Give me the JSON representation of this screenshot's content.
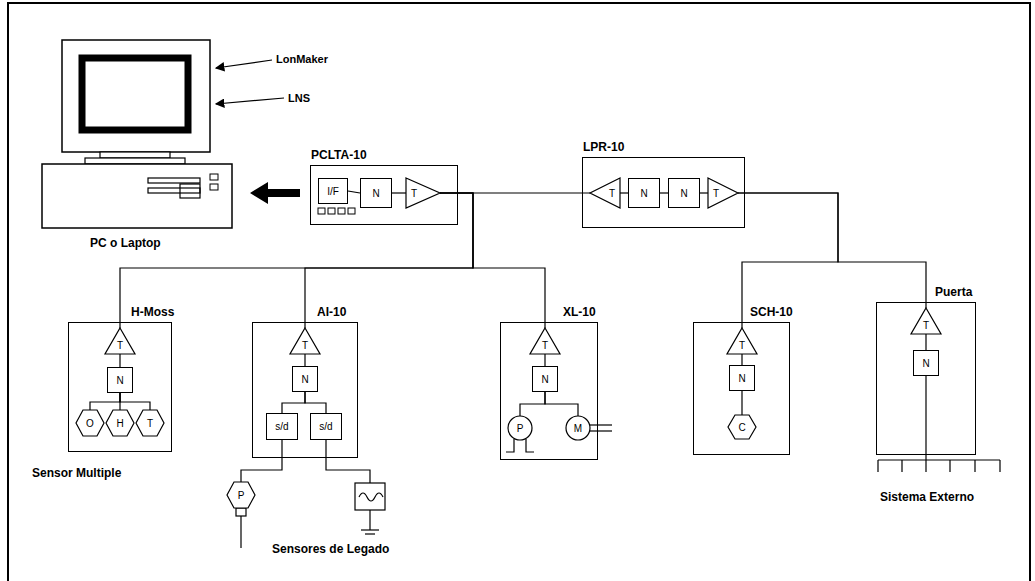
{
  "diagram": {
    "nodes": [
      {
        "text": [
          "PCLTA-10"
        ]
      },
      {
        "text": [
          "I/F"
        ],
        "in": 0
      },
      {
        "text": [
          "N"
        ],
        "in": 0
      },
      {
        "text": [
          "T"
        ],
        "in": 0
      },
      {
        "text": [
          "LPR-10"
        ]
      },
      {
        "text": [
          "T"
        ],
        "in": 4
      },
      {
        "text": [
          "N"
        ],
        "in": 4
      },
      {
        "text": [
          "N"
        ],
        "in": 4
      },
      {
        "text": [
          "T"
        ],
        "in": 4
      },
      {
        "text": [
          "H-Moss"
        ]
      },
      {
        "text": [
          "T"
        ],
        "in": 9
      },
      {
        "text": [
          "N"
        ],
        "in": 9
      },
      {
        "text": [
          "O"
        ],
        "in": 9
      },
      {
        "text": [
          "H"
        ],
        "in": 9
      },
      {
        "text": [
          "T"
        ],
        "in": 9
      },
      {
        "text": [
          "AI-10"
        ]
      },
      {
        "text": [
          "T"
        ],
        "in": 15
      },
      {
        "text": [
          "N"
        ],
        "in": 15
      },
      {
        "text": [
          "s/d"
        ],
        "in": 15
      },
      {
        "text": [
          "s/d"
        ],
        "in": 15
      },
      {
        "text": [
          "P"
        ]
      },
      {
        "text": [
          "XL-10"
        ]
      },
      {
        "text": [
          "T"
        ],
        "in": 21
      },
      {
        "text": [
          "N"
        ],
        "in": 21
      },
      {
        "text": [
          "P"
        ],
        "in": 21
      },
      {
        "text": [
          "M"
        ],
        "in": 21
      },
      {
        "text": [
          "SCH-10"
        ]
      },
      {
        "text": [
          "T"
        ],
        "in": 26
      },
      {
        "text": [
          "N"
        ],
        "in": 26
      },
      {
        "text": [
          "C"
        ],
        "in": 26
      },
      {
        "text": [
          "Puerta"
        ]
      },
      {
        "text": [
          "T"
        ],
        "in": 30
      },
      {
        "text": [
          "N"
        ],
        "in": 30
      }
    ],
    "edges": [
      {
        "from": 1,
        "to": 2,
        "arrow": "none"
      },
      {
        "from": 2,
        "to": 3,
        "arrow": "none"
      },
      {
        "from": 3,
        "to": 5,
        "arrow": "none"
      },
      {
        "from": 3,
        "to": 10,
        "arrow": "none"
      },
      {
        "from": 3,
        "to": 16,
        "arrow": "none"
      },
      {
        "from": 3,
        "to": 22,
        "arrow": "none"
      },
      {
        "from": 5,
        "to": 6,
        "arrow": "none"
      },
      {
        "from": 6,
        "to": 7,
        "arrow": "none"
      },
      {
        "from": 7,
        "to": 8,
        "arrow": "none"
      },
      {
        "from": 8,
        "to": 27,
        "arrow": "none"
      },
      {
        "from": 8,
        "to": 31,
        "arrow": "none"
      },
      {
        "from": 10,
        "to": 11,
        "arrow": "none"
      },
      {
        "from": 11,
        "to": 12,
        "arrow": "none"
      },
      {
        "from": 11,
        "to": 13,
        "arrow": "none"
      },
      {
        "from": 11,
        "to": 14,
        "arrow": "none"
      },
      {
        "from": 16,
        "to": 17,
        "arrow": "none"
      },
      {
        "from": 17,
        "to": 18,
        "arrow": "none"
      },
      {
        "from": 17,
        "to": 19,
        "arrow": "none"
      },
      {
        "from": 18,
        "to": 20,
        "arrow": "none"
      },
      {
        "from": 22,
        "to": 23,
        "arrow": "none"
      },
      {
        "from": 23,
        "to": 24,
        "arrow": "none"
      },
      {
        "from": 23,
        "to": 25,
        "arrow": "none"
      },
      {
        "from": 27,
        "to": 28,
        "arrow": "none"
      },
      {
        "from": 28,
        "to": 29,
        "arrow": "none"
      },
      {
        "from": 31,
        "to": 32,
        "arrow": "none"
      }
    ],
    "labels": [
      "LonMaker",
      "LNS",
      "PC o Laptop",
      "Sensor Multiple",
      "Sensores de Legado",
      "Sistema Externo"
    ]
  }
}
